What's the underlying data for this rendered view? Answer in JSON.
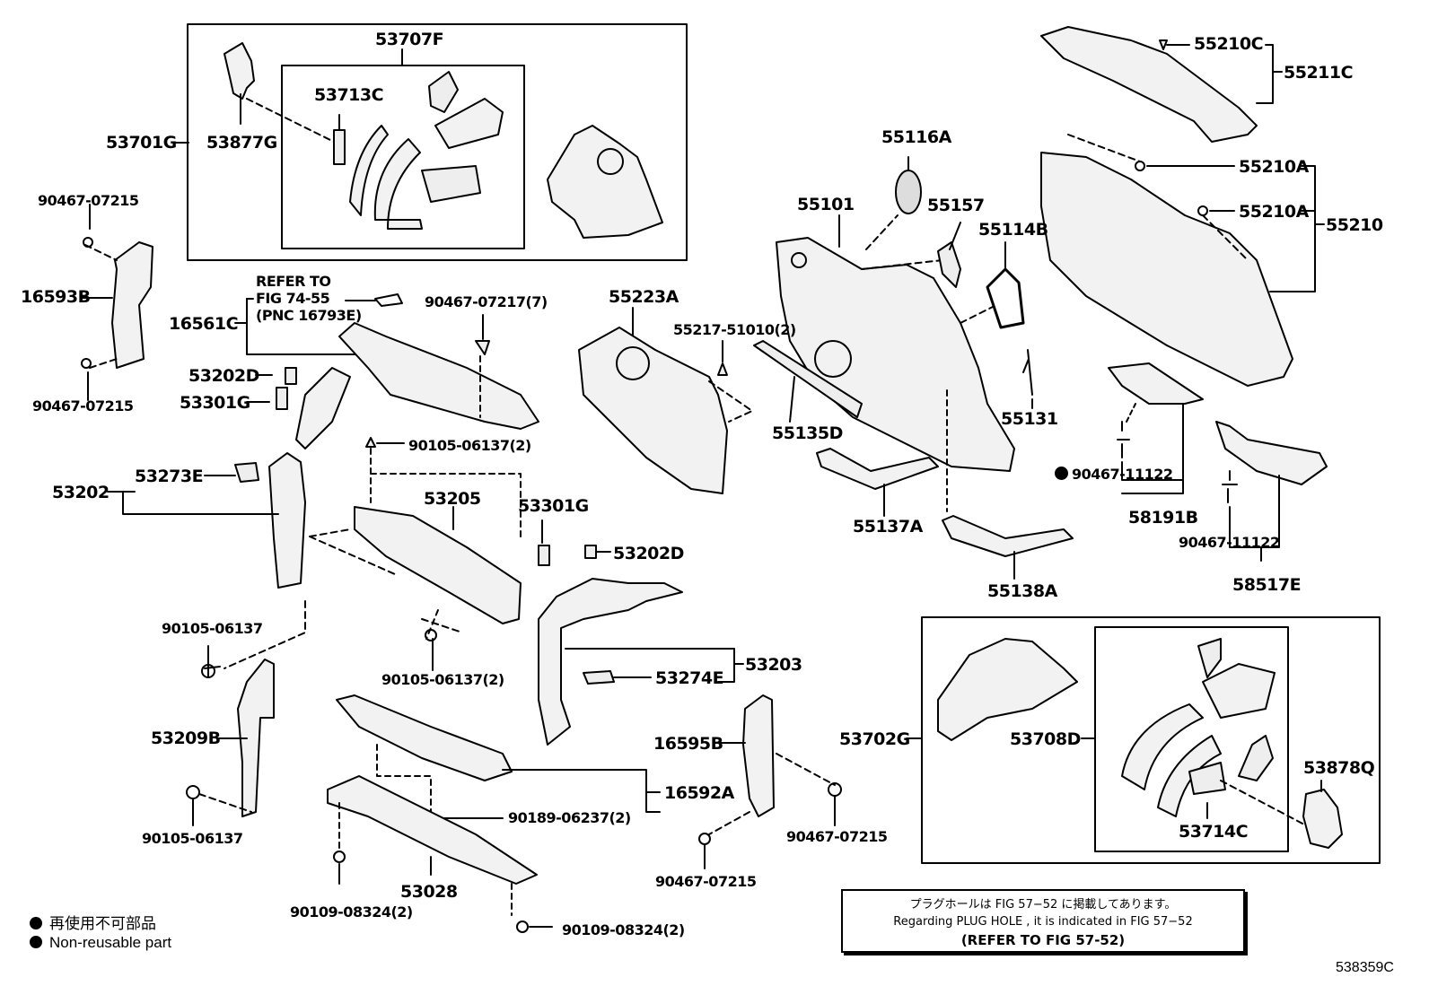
{
  "parts": {
    "p53707F": "53707F",
    "p53713C": "53713C",
    "p53701G": "53701G",
    "p53877G": "53877G",
    "p55116A": "55116A",
    "p55210C": "55210C",
    "p55211C": "55211C",
    "p55210A_1": "55210A",
    "p55210A_2": "55210A",
    "p55210": "55210",
    "p55101": "55101",
    "p55157": "55157",
    "p55114B": "55114B",
    "p55223A": "55223A",
    "p55217": "55217-51010(2)",
    "p55135D": "55135D",
    "p55131": "55131",
    "p55137A": "55137A",
    "p55138A": "55138A",
    "p90467_11122_a": "90467-11122",
    "p90467_11122_b": "90467-11122",
    "p58191B": "58191B",
    "p58517E": "58517E",
    "p90467_07215_a": "90467-07215",
    "p90467_07215_b": "90467-07215",
    "p90467_07215_c": "90467-07215",
    "p90467_07215_d": "90467-07215",
    "p16593B": "16593B",
    "p16561C": "16561C",
    "refer_1": "REFER TO",
    "refer_2": "FIG 74-55",
    "refer_3": "(PNC 16793E)",
    "p90467_07217": "90467-07217(7)",
    "p53202D_a": "53202D",
    "p53301G_a": "53301G",
    "p90105_06137_2a": "90105-06137(2)",
    "p53205": "53205",
    "p53273E": "53273E",
    "p53202": "53202",
    "p53301G_b": "53301G",
    "p53202D_b": "53202D",
    "p90105_06137_a": "90105-06137",
    "p90105_06137_2b": "90105-06137(2)",
    "p53274E": "53274E",
    "p53203": "53203",
    "p53209B": "53209B",
    "p90105_06137_b": "90105-06137",
    "p16595B": "16595B",
    "p16592A": "16592A",
    "p90189": "90189-06237(2)",
    "p53028": "53028",
    "p90109_a": "90109-08324(2)",
    "p90109_b": "90109-08324(2)",
    "p53702G": "53702G",
    "p53708D": "53708D",
    "p53878Q": "53878Q",
    "p53714C": "53714C"
  },
  "legend": {
    "jp": "再使用不可部品",
    "en": "Non-reusable part"
  },
  "plug_note": {
    "line1": "プラグホールは FIG 57−52 に掲載してあります。",
    "line2": "Regarding  PLUG  HOLE , it is indicated in FIG  57−52",
    "line3": "(REFER TO FIG 57-52)"
  },
  "figure_id": "538359C"
}
